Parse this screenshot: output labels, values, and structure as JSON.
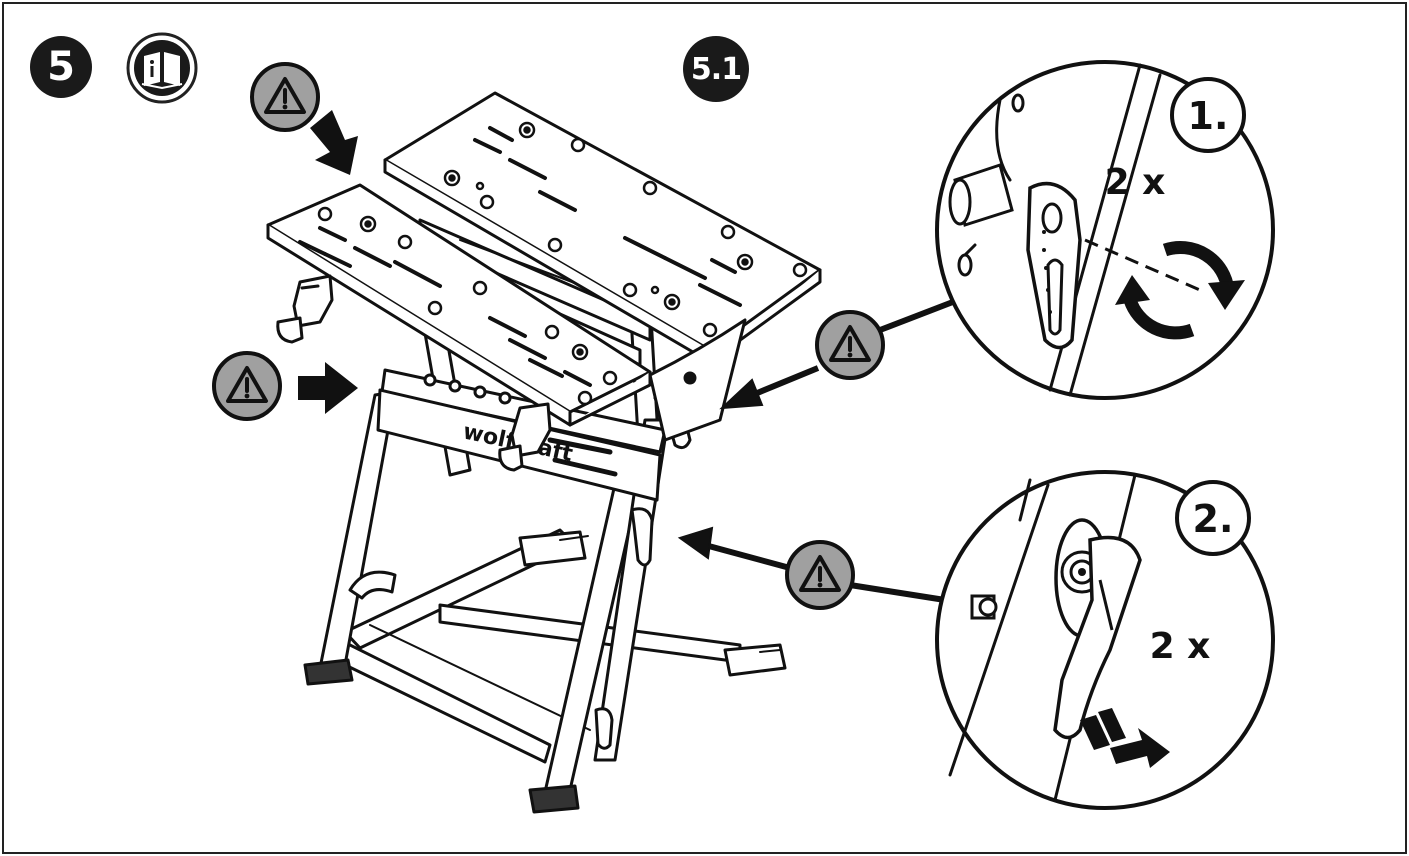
{
  "step": {
    "number": "5",
    "substep": "5.1"
  },
  "brand": "wolfcraft",
  "detail_1": {
    "label": "1.",
    "count": "2 x"
  },
  "detail_2": {
    "label": "2.",
    "count": "2 x"
  },
  "icons": [
    "manual-info-icon",
    "warning-icon",
    "rotate-icon",
    "pull-direction-icon"
  ],
  "colors": {
    "ink": "#1a1a1a",
    "warning_fill": "#a0a0a0",
    "paper": "#ffffff"
  }
}
